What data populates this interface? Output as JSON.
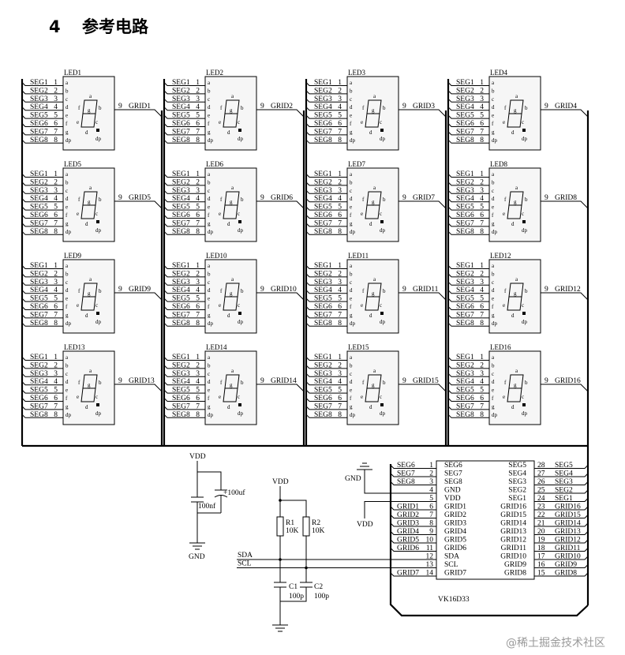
{
  "heading": {
    "number": "4",
    "title": "参考电路"
  },
  "led_pins": [
    {
      "net": "SEG1",
      "num": "1",
      "seg": "a"
    },
    {
      "net": "SEG2",
      "num": "2",
      "seg": "b"
    },
    {
      "net": "SEG3",
      "num": "3",
      "seg": "c"
    },
    {
      "net": "SEG4",
      "num": "4",
      "seg": "d"
    },
    {
      "net": "SEG5",
      "num": "5",
      "seg": "e"
    },
    {
      "net": "SEG6",
      "num": "6",
      "seg": "f"
    },
    {
      "net": "SEG7",
      "num": "7",
      "seg": "g"
    },
    {
      "net": "SEG8",
      "num": "8",
      "seg": "dp"
    }
  ],
  "digit_segment_labels": {
    "a": "a",
    "f": "f",
    "b": "b",
    "g": "g",
    "e": "e",
    "c": "c",
    "d": "d",
    "dp": "dp"
  },
  "leds": [
    {
      "name": "LED1",
      "grid_pin": "9",
      "grid": "GRID1"
    },
    {
      "name": "LED2",
      "grid_pin": "9",
      "grid": "GRID2"
    },
    {
      "name": "LED3",
      "grid_pin": "9",
      "grid": "GRID3"
    },
    {
      "name": "LED4",
      "grid_pin": "9",
      "grid": "GRID4"
    },
    {
      "name": "LED5",
      "grid_pin": "9",
      "grid": "GRID5"
    },
    {
      "name": "LED6",
      "grid_pin": "9",
      "grid": "GRID6"
    },
    {
      "name": "LED7",
      "grid_pin": "9",
      "grid": "GRID7"
    },
    {
      "name": "LED8",
      "grid_pin": "9",
      "grid": "GRID8"
    },
    {
      "name": "LED9",
      "grid_pin": "9",
      "grid": "GRID9"
    },
    {
      "name": "LED10",
      "grid_pin": "9",
      "grid": "GRID10"
    },
    {
      "name": "LED11",
      "grid_pin": "9",
      "grid": "GRID11"
    },
    {
      "name": "LED12",
      "grid_pin": "9",
      "grid": "GRID12"
    },
    {
      "name": "LED13",
      "grid_pin": "9",
      "grid": "GRID13"
    },
    {
      "name": "LED14",
      "grid_pin": "9",
      "grid": "GRID14"
    },
    {
      "name": "LED15",
      "grid_pin": "9",
      "grid": "GRID15"
    },
    {
      "name": "LED16",
      "grid_pin": "9",
      "grid": "GRID16"
    }
  ],
  "decoupling": {
    "supply": "VDD",
    "cap_small": "100nf",
    "cap_large": "+100uf",
    "ground": "GND"
  },
  "pullups": {
    "supply": "VDD",
    "r1_ref": "R1",
    "r1_value": "10K",
    "r2_ref": "R2",
    "r2_value": "10K",
    "sda": "SDA",
    "scl": "SCL",
    "c1_ref": "C1",
    "c1_value": "100p",
    "c2_ref": "C2",
    "c2_value": "100p"
  },
  "chip_power": {
    "ground": "GND",
    "supply": "VDD"
  },
  "chip": {
    "part": "VK16D33",
    "left_pins": [
      {
        "net": "SEG6",
        "num": "1",
        "name": "SEG6"
      },
      {
        "net": "SEG7",
        "num": "2",
        "name": "SEG7"
      },
      {
        "net": "SEG8",
        "num": "3",
        "name": "SEG8"
      },
      {
        "num": "4",
        "name": "GND"
      },
      {
        "num": "5",
        "name": "VDD"
      },
      {
        "net": "GRID1",
        "num": "6",
        "name": "GRID1"
      },
      {
        "net": "GRID2",
        "num": "7",
        "name": "GRID2"
      },
      {
        "net": "GRID3",
        "num": "8",
        "name": "GRID3"
      },
      {
        "net": "GRID4",
        "num": "9",
        "name": "GRID4"
      },
      {
        "net": "GRID5",
        "num": "10",
        "name": "GRID5"
      },
      {
        "net": "GRID6",
        "num": "11",
        "name": "GRID6"
      },
      {
        "num": "12",
        "name": "SDA"
      },
      {
        "num": "13",
        "name": "SCL"
      },
      {
        "net": "GRID7",
        "num": "14",
        "name": "GRID7"
      }
    ],
    "right_pins": [
      {
        "name": "SEG5",
        "num": "28",
        "net": "SEG5"
      },
      {
        "name": "SEG4",
        "num": "27",
        "net": "SEG4"
      },
      {
        "name": "SEG3",
        "num": "26",
        "net": "SEG3"
      },
      {
        "name": "SEG2",
        "num": "25",
        "net": "SEG2"
      },
      {
        "name": "SEG1",
        "num": "24",
        "net": "SEG1"
      },
      {
        "name": "GRID16",
        "num": "23",
        "net": "GRID16"
      },
      {
        "name": "GRID15",
        "num": "22",
        "net": "GRID15"
      },
      {
        "name": "GRID14",
        "num": "21",
        "net": "GRID14"
      },
      {
        "name": "GRID13",
        "num": "20",
        "net": "GRID13"
      },
      {
        "name": "GRID12",
        "num": "19",
        "net": "GRID12"
      },
      {
        "name": "GRID11",
        "num": "18",
        "net": "GRID11"
      },
      {
        "name": "GRID10",
        "num": "17",
        "net": "GRID10"
      },
      {
        "name": "GRID9",
        "num": "16",
        "net": "GRID9"
      },
      {
        "name": "GRID8",
        "num": "15",
        "net": "GRID8"
      }
    ]
  },
  "watermark": "@稀土掘金技术社区"
}
